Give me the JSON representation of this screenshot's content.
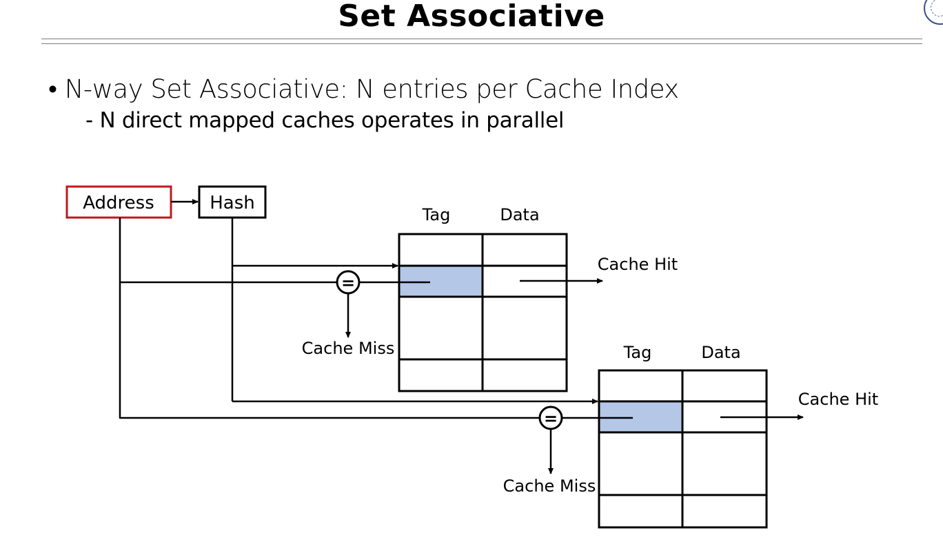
{
  "slide": {
    "title": "Set Associative",
    "bullets": [
      {
        "marker": "•",
        "text": "N-way Set Associative: N entries per Cache Index"
      },
      {
        "marker": "-",
        "text": "N direct mapped caches operates in parallel"
      }
    ]
  },
  "diagram": {
    "address_label": "Address",
    "hash_label": "Hash",
    "address_border_color": "#c0171c",
    "highlight_color": "#b4c7e7",
    "comparator_symbol": "=",
    "caches": [
      {
        "tag_header": "Tag",
        "data_header": "Data",
        "hit_label": "Cache Hit",
        "miss_label": "Cache Miss"
      },
      {
        "tag_header": "Tag",
        "data_header": "Data",
        "hit_label": "Cache Hit",
        "miss_label": "Cache Miss"
      }
    ]
  }
}
